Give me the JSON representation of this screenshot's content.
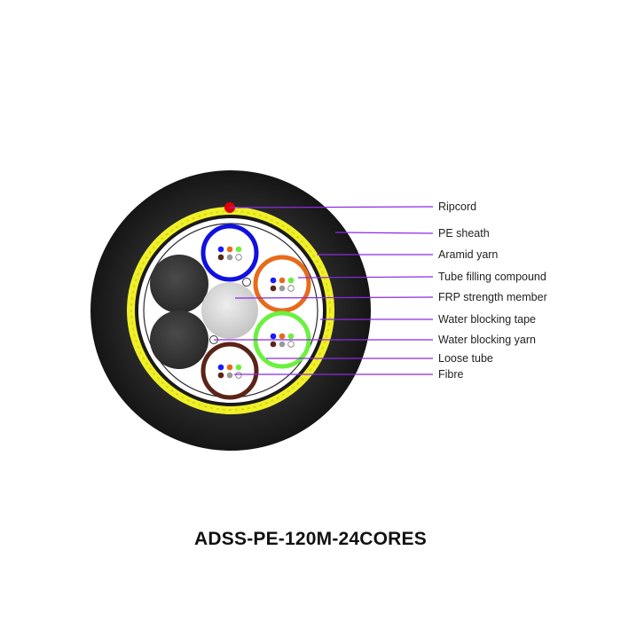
{
  "title": "ADSS-PE-120M-24CORES",
  "labels": [
    {
      "key": "ripcord",
      "text": "Ripcord"
    },
    {
      "key": "pe-sheath",
      "text": "PE sheath"
    },
    {
      "key": "aramid-yarn",
      "text": "Aramid yarn"
    },
    {
      "key": "tube-filling-compound",
      "text": "Tube filling compound"
    },
    {
      "key": "frp-strength-member",
      "text": "FRP strength member"
    },
    {
      "key": "water-blocking-tape",
      "text": "Water blocking tape"
    },
    {
      "key": "water-blocking-yarn",
      "text": "Water blocking yarn"
    },
    {
      "key": "loose-tube",
      "text": "Loose tube"
    },
    {
      "key": "fibre",
      "text": "Fibre"
    }
  ],
  "colors": {
    "sheath": "#1f1f1f",
    "aramid": "#f0f02a",
    "leader": "#8a2be2",
    "ripcord": "#e00000",
    "filler": "#3a3a3a",
    "frp": "#d8d8d8",
    "tube_blue": "#1010e0",
    "tube_orange": "#e86a1a",
    "tube_green": "#6cf040",
    "tube_brown": "#5a2418"
  },
  "fibre_colors": [
    "#1a1aff",
    "#e86a1a",
    "#6cf040",
    "#5a2418",
    "#9a9a9a",
    "#ffffff"
  ]
}
